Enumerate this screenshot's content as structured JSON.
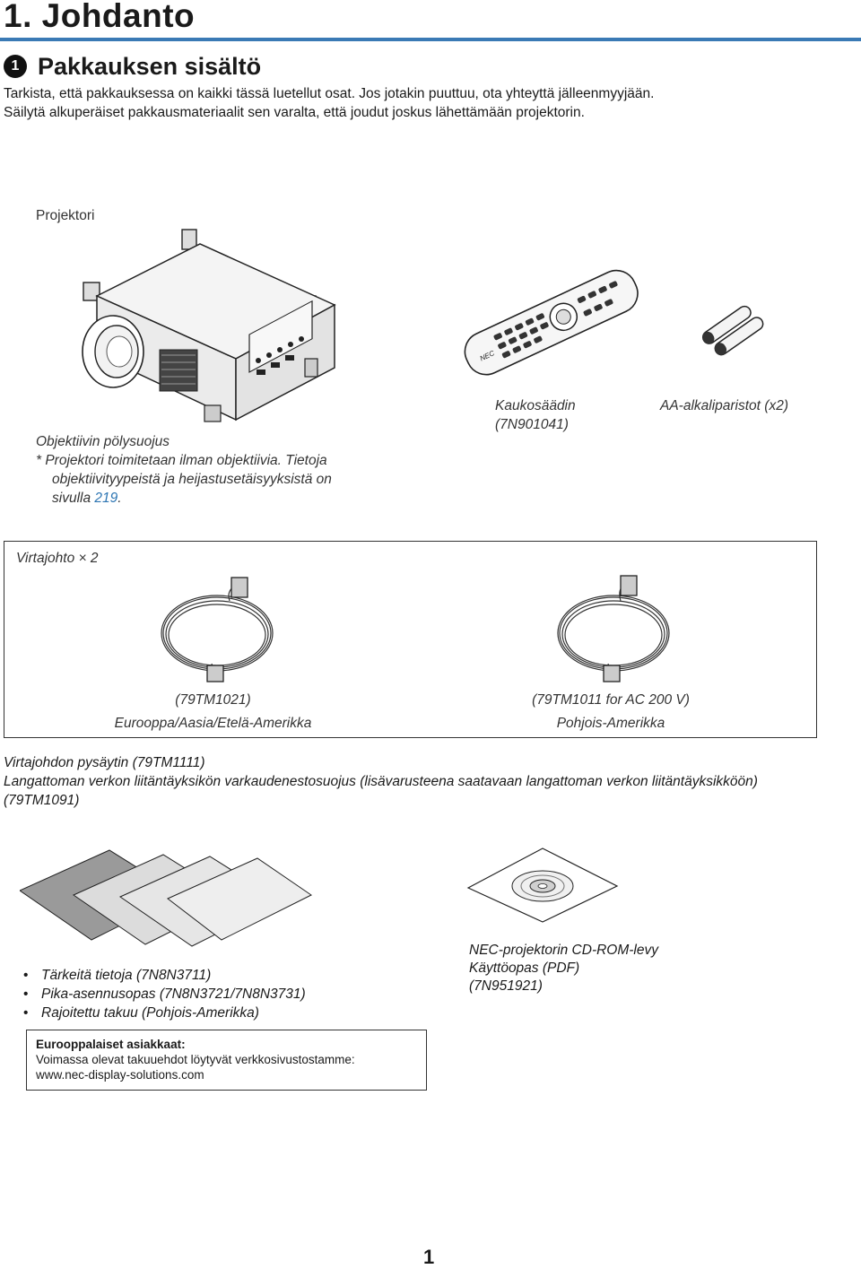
{
  "chapter": {
    "title": "1. Johdanto"
  },
  "section": {
    "badge": "1",
    "title": "Pakkauksen sisältö"
  },
  "intro": {
    "line1": "Tarkista, että pakkauksessa on kaikki tässä luetellut osat. Jos jotakin puuttuu, ota yhteyttä jälleenmyyjään.",
    "line2": "Säilytä alkuperäiset pakkausmateriaalit sen varalta, että joudut joskus lähettämään projektorin."
  },
  "projector": {
    "label": "Projektori",
    "lens_cap": "Objektiivin pölysuojus",
    "note_line1": "*  Projektori toimitetaan ilman objektiivia. Tietoja",
    "note_line2": "objektiivityypeistä ja heijastusetäisyyksistä on",
    "note_line3_prefix": "sivulla ",
    "note_page": "219",
    "note_line3_suffix": "."
  },
  "remote": {
    "label": "Kaukosäädin",
    "code": "(7N901041)",
    "brand": "NEC"
  },
  "batteries": {
    "label": "AA-alkaliparistot (x2)"
  },
  "power_cords": {
    "title": "Virtajohto × 2",
    "cord1": {
      "code": "(79TM1021)",
      "region": "Eurooppa/Aasia/Etelä-Amerikka"
    },
    "cord2": {
      "code": "(79TM1011 for AC 200 V)",
      "region": "Pohjois-Amerikka"
    }
  },
  "notes": {
    "line1": "Virtajohdon pysäytin (79TM1111)",
    "line2": "Langattoman verkon liitäntäyksikön varkaudenestosuojus (lisävarusteena saatavaan langattoman verkon liitäntäyksikköön)",
    "line3": "(79TM1091)"
  },
  "documents": {
    "items": [
      "Tärkeitä tietoja (7N8N3711)",
      "Pika-asennusopas (7N8N3721/7N8N3731)",
      "Rajoitettu takuu (Pohjois-Amerikka)"
    ]
  },
  "cdrom": {
    "line1": "NEC-projektorin CD-ROM-levy",
    "line2": "Käyttöopas (PDF)",
    "line3": "(7N951921)"
  },
  "eu_box": {
    "heading": "Eurooppalaiset asiakkaat:",
    "line1": "Voimassa olevat takuuehdot löytyvät verkkosivustostamme:",
    "line2": "www.nec-display-solutions.com"
  },
  "page": {
    "number": "1"
  },
  "colors": {
    "rule": "#3a7ab5",
    "link": "#2e76b3"
  }
}
